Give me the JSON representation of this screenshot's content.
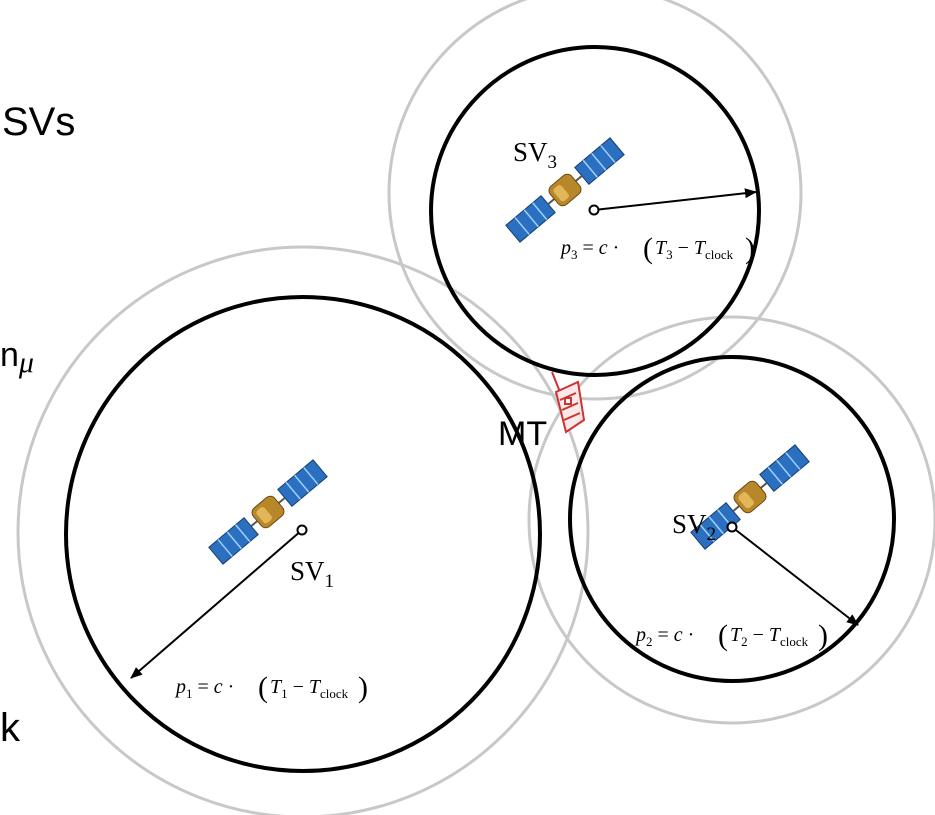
{
  "fragments": {
    "top": "SVs",
    "middle": "n",
    "middle_symbol": "μ",
    "bottom": "k"
  },
  "satellites": [
    {
      "id": "sv1",
      "name": "SV",
      "index": "1"
    },
    {
      "id": "sv2",
      "name": "SV",
      "index": "2"
    },
    {
      "id": "sv3",
      "name": "SV",
      "index": "3"
    }
  ],
  "receiver": {
    "label": "MT"
  },
  "formulas": [
    {
      "lhs": "p",
      "sub": "1",
      "c": "c",
      "T": "T",
      "Tsub": "1",
      "Tclock": "T",
      "clock": "clock"
    },
    {
      "lhs": "p",
      "sub": "2",
      "c": "c",
      "T": "T",
      "Tsub": "2",
      "Tclock": "T",
      "clock": "clock"
    },
    {
      "lhs": "p",
      "sub": "3",
      "c": "c",
      "T": "T",
      "Tsub": "3",
      "Tclock": "T",
      "clock": "clock"
    }
  ],
  "colors": {
    "outer_circle": "#c8c8c8",
    "inner_circle": "#000000",
    "receiver": "#cc3333",
    "panel_blue": "#2a6fc0",
    "body_gold": "#b8872a"
  }
}
